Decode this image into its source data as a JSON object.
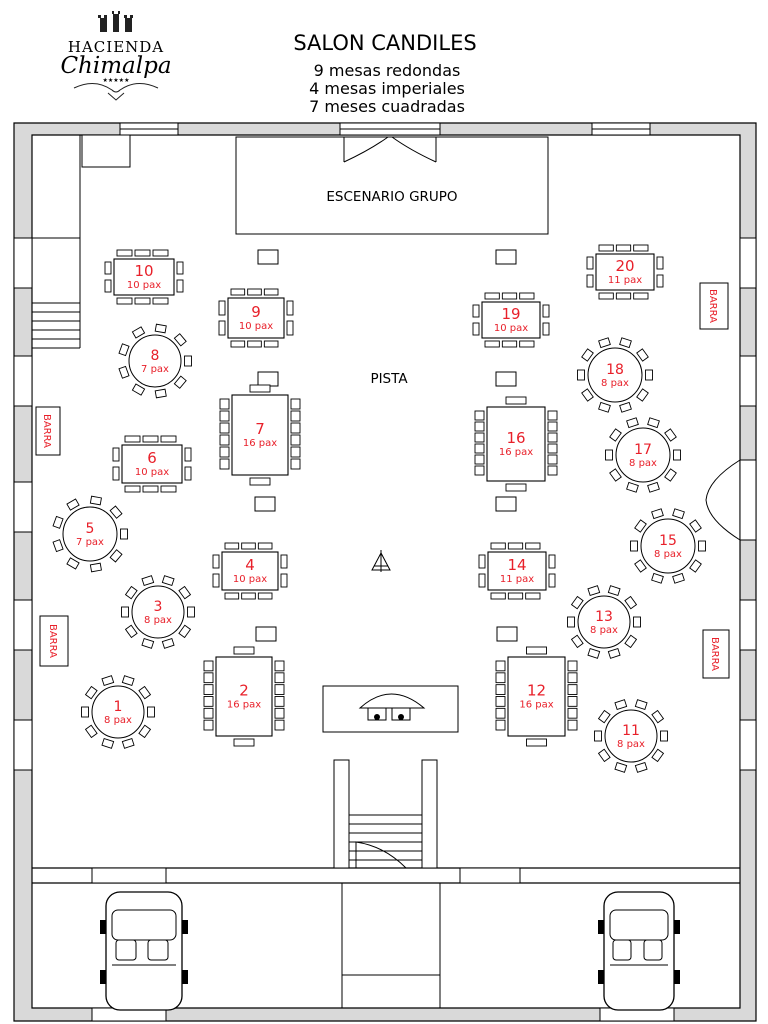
{
  "header": {
    "logo_line1": "HACIENDA",
    "logo_line2": "Chimalpa",
    "logo_stars": "★★★★★",
    "title": "SALON CANDILES",
    "subtitles": [
      "9 mesas redondas",
      "4 mesas imperiales",
      "7 meses cuadradas"
    ]
  },
  "labels": {
    "stage": "ESCENARIO GRUPO",
    "dance_floor": "PISTA",
    "bar": "BARRA"
  },
  "colors": {
    "accent_red": "#e8202a",
    "wall_gray": "#d9d9d9",
    "line": "#000000"
  },
  "tables": [
    {
      "id": "1",
      "pax": "8 pax",
      "shape": "round"
    },
    {
      "id": "2",
      "pax": "16 pax",
      "shape": "imperial"
    },
    {
      "id": "3",
      "pax": "8 pax",
      "shape": "round"
    },
    {
      "id": "4",
      "pax": "10 pax",
      "shape": "square"
    },
    {
      "id": "5",
      "pax": "7 pax",
      "shape": "round"
    },
    {
      "id": "6",
      "pax": "10 pax",
      "shape": "square"
    },
    {
      "id": "7",
      "pax": "16 pax",
      "shape": "imperial"
    },
    {
      "id": "8",
      "pax": "7 pax",
      "shape": "round"
    },
    {
      "id": "9",
      "pax": "10 pax",
      "shape": "square"
    },
    {
      "id": "10",
      "pax": "10 pax",
      "shape": "square"
    },
    {
      "id": "11",
      "pax": "8 pax",
      "shape": "round"
    },
    {
      "id": "12",
      "pax": "16 pax",
      "shape": "imperial"
    },
    {
      "id": "13",
      "pax": "8 pax",
      "shape": "round"
    },
    {
      "id": "14",
      "pax": "11 pax",
      "shape": "square"
    },
    {
      "id": "15",
      "pax": "8 pax",
      "shape": "round"
    },
    {
      "id": "16",
      "pax": "16 pax",
      "shape": "imperial"
    },
    {
      "id": "17",
      "pax": "8 pax",
      "shape": "round"
    },
    {
      "id": "18",
      "pax": "8 pax",
      "shape": "round"
    },
    {
      "id": "19",
      "pax": "10 pax",
      "shape": "square"
    },
    {
      "id": "20",
      "pax": "11 pax",
      "shape": "square"
    }
  ],
  "bars": [
    {
      "label": "BARRA"
    },
    {
      "label": "BARRA"
    },
    {
      "label": "BARRA"
    },
    {
      "label": "BARRA"
    }
  ]
}
